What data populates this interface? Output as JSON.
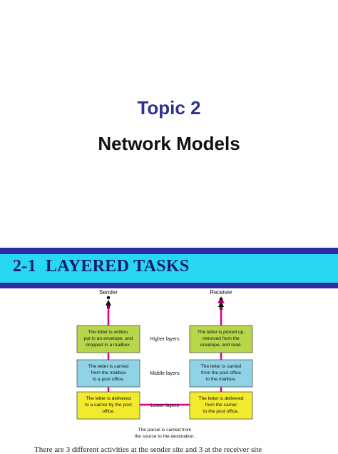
{
  "slide1": {
    "title": "Topic 2",
    "subtitle": "Network Models"
  },
  "slide2": {
    "section_number": "2-1",
    "section_title": "LAYERED TASKS",
    "colors": {
      "band_dark": "#2b2ea3",
      "band_light": "#28d8f3",
      "higher_layer": "#b7d64a",
      "middle_layer": "#8fd3e6",
      "lower_layer": "#f2ea2c",
      "path_line": "#e0008a"
    },
    "figure": {
      "sender_label": "Sender",
      "receiver_label": "Receiver",
      "layer_labels": [
        "Higher layers",
        "Middle layers",
        "Lower layers"
      ],
      "sender_boxes": [
        [
          "The letter is written,",
          "put in an envelope, and",
          "dropped in a mailbox."
        ],
        [
          "The letter is carried",
          "from the mailbox",
          "to a post office."
        ],
        [
          "The letter is delivered",
          "to a carrier by the post",
          "office."
        ]
      ],
      "receiver_boxes": [
        [
          "The letter is picked up,",
          "removed from the",
          "envelope, and read."
        ],
        [
          "The letter is carried",
          "from the post office",
          "to the mailbox."
        ],
        [
          "The letter is delivered",
          "from the carrier",
          "to the post office."
        ]
      ],
      "transit_caption": [
        "The parcel is carried from",
        "the source to the destination."
      ]
    },
    "cut_off_text": "There are 3 different activities at the sender site and 3 at the receiver site"
  }
}
